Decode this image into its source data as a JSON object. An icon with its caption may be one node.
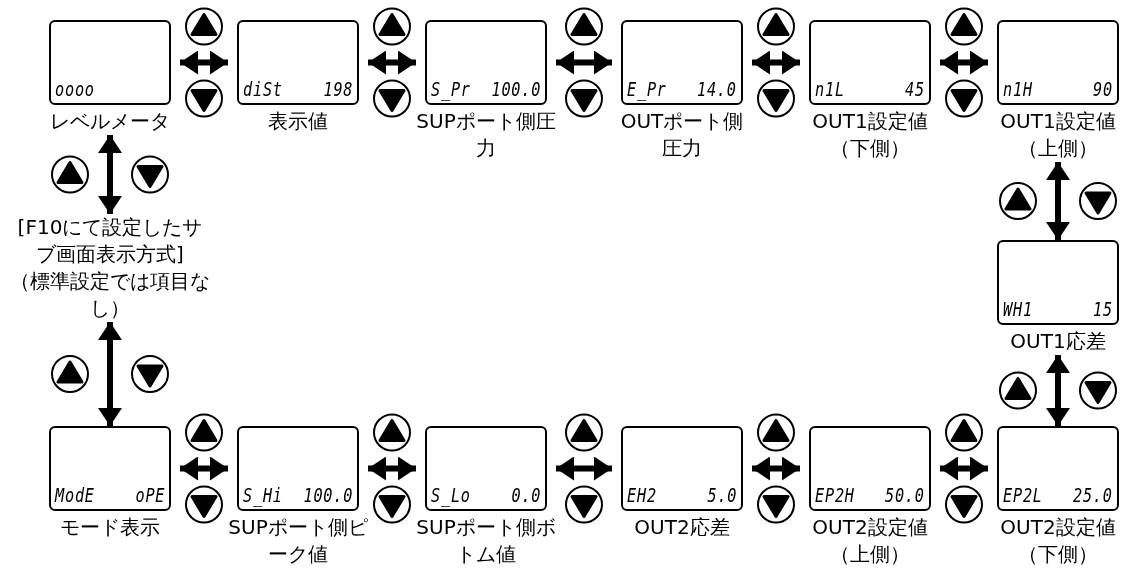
{
  "diagram": {
    "nodes": [
      {
        "text": [
          "oooo"
        ],
        "beside": [
          "レベルメータ"
        ]
      },
      {
        "text": [
          "diSt",
          "198"
        ],
        "beside": [
          "表示値"
        ]
      },
      {
        "text": [
          "S_Pr",
          "100.0"
        ],
        "beside": [
          "SUPポート側圧力"
        ]
      },
      {
        "text": [
          "E_Pr",
          "14.0"
        ],
        "beside": [
          "OUTポート側圧力"
        ]
      },
      {
        "text": [
          "n1L",
          "45"
        ],
        "beside": [
          "OUT1設定値（下側）"
        ]
      },
      {
        "text": [
          "n1H",
          "90"
        ],
        "beside": [
          "OUT1設定値（上側）"
        ]
      },
      {
        "text": [
          "[F10にて設定したサブ画面表示方式]",
          "（標準設定では項目なし）"
        ]
      },
      {
        "text": [
          "WH1",
          "15"
        ],
        "beside": [
          "OUT1応差"
        ]
      },
      {
        "text": [
          "ModE",
          "oPE"
        ],
        "beside": [
          "モード表示"
        ]
      },
      {
        "text": [
          "S_Hi",
          "100.0"
        ],
        "beside": [
          "SUPポート側ピーク値"
        ]
      },
      {
        "text": [
          "S_Lo",
          "0.0"
        ],
        "beside": [
          "SUPポート側ボトム値"
        ]
      },
      {
        "text": [
          "EH2",
          "5.0"
        ],
        "beside": [
          "OUT2応差"
        ]
      },
      {
        "text": [
          "EP2H",
          "50.0"
        ],
        "beside": [
          "OUT2設定値（上側）"
        ]
      },
      {
        "text": [
          "EP2L",
          "25.0"
        ],
        "beside": [
          "OUT2設定値（下側）"
        ]
      }
    ],
    "edges": [
      {
        "from": 0,
        "to": 1,
        "arrow": "both"
      },
      {
        "from": 1,
        "to": 2,
        "arrow": "both"
      },
      {
        "from": 2,
        "to": 3,
        "arrow": "both"
      },
      {
        "from": 3,
        "to": 4,
        "arrow": "both"
      },
      {
        "from": 4,
        "to": 5,
        "arrow": "both"
      },
      {
        "from": 5,
        "to": 7,
        "arrow": "both"
      },
      {
        "from": 7,
        "to": 13,
        "arrow": "both"
      },
      {
        "from": 13,
        "to": 12,
        "arrow": "both"
      },
      {
        "from": 12,
        "to": 11,
        "arrow": "both"
      },
      {
        "from": 11,
        "to": 10,
        "arrow": "both"
      },
      {
        "from": 10,
        "to": 9,
        "arrow": "both"
      },
      {
        "from": 9,
        "to": 8,
        "arrow": "both"
      },
      {
        "from": 8,
        "to": 6,
        "arrow": "both"
      },
      {
        "from": 6,
        "to": 0,
        "arrow": "both"
      }
    ]
  }
}
